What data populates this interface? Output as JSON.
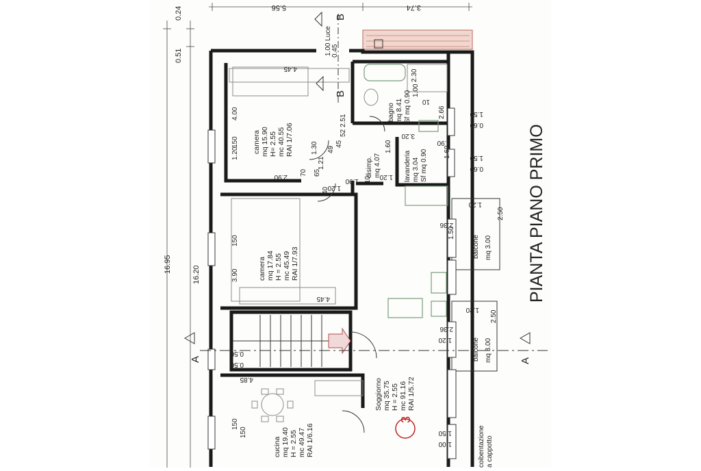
{
  "plan": {
    "title": "PIANTA PIANO PRIMO",
    "apartment_number": "3",
    "section_labels": {
      "a_top": "A",
      "a_bottom": "A",
      "b_top": "B",
      "b_bottom": "B"
    },
    "luce_label": "1.00 Luce",
    "top_dims": {
      "left": "5.56",
      "right": "3.74"
    },
    "vertical_dims": {
      "total": "16.95",
      "inner": "16.20",
      "d051": "0.51",
      "d024": "0.24",
      "d045": "0.45"
    },
    "rooms": {
      "camera1": {
        "name": "camera",
        "area": "mq 15.90",
        "height": "H= 2.55",
        "volume": "mc 40.55",
        "rai": "RAI 1/7.06"
      },
      "camera2": {
        "name": "camera",
        "area": "mq 17.84",
        "height": "H = 2.55",
        "volume": "mc 45.49",
        "rai": "RAI 1/7.93"
      },
      "cucina": {
        "name": "cucina",
        "area": "mq 19.40",
        "height": "H = 2.55",
        "volume": "mc 49.47",
        "rai": "RAI 1/6.16"
      },
      "soggiorno": {
        "name": "Soggiorno",
        "area": "mq 35.75",
        "height": "H = 2.55",
        "volume": "mc 91.16",
        "rai": "RAI 1/5.72"
      },
      "bagno": {
        "name": "bagno",
        "area": "mq 8.41",
        "sf": "Sf mq 0.90"
      },
      "disimp": {
        "name": "disimp.",
        "area": "mq 4.07"
      },
      "lavanderia": {
        "name": "lavanderia",
        "area": "mq 3.04",
        "sf": "Sf mq 0.90"
      },
      "balcone1": {
        "name": "balcone",
        "area": "mq 3.00"
      },
      "balcone2": {
        "name": "balcone",
        "area": "mq 3.00"
      }
    },
    "notes": {
      "coibentazione": "coibentazione",
      "cappotto": "a cappotto"
    },
    "dims": {
      "d445a": "4.45",
      "d400": "4.00",
      "d150a": "150",
      "d120a": "1.20",
      "d290": "2.90",
      "d070": "70",
      "d065": "65",
      "d121": "1.21",
      "d130": "1.30",
      "d040": "40",
      "d120b": "1.20",
      "d049": "49",
      "d045b": "45",
      "d251": "2.51",
      "d052": "52",
      "d160": "1.60",
      "d010": "10",
      "d120c": "1.20",
      "d190": "1.90",
      "d230": "2.30",
      "d100": "1.00",
      "d010b": "10",
      "d266": "2.66",
      "d320": "3.20",
      "d150b": "1.50",
      "d060a": "0.60",
      "d190b": "1.90",
      "d160b": "1.60",
      "d150c": "1.50",
      "d060b": "0.60",
      "d120d": "1.20",
      "d250a": "2.50",
      "d236a": "2.36",
      "d150d": "1.50",
      "d150e": "150",
      "d390": "3.90",
      "d445b": "4.45",
      "d120e": "1.20",
      "d250b": "2.50",
      "d236b": "2.36",
      "d120f": "1.20",
      "d050a": "0.50",
      "d050b": "0.50",
      "d485": "4.85",
      "d150f": "150",
      "d150g": "150",
      "d150h": "1.50",
      "d100b": "1.00"
    }
  }
}
